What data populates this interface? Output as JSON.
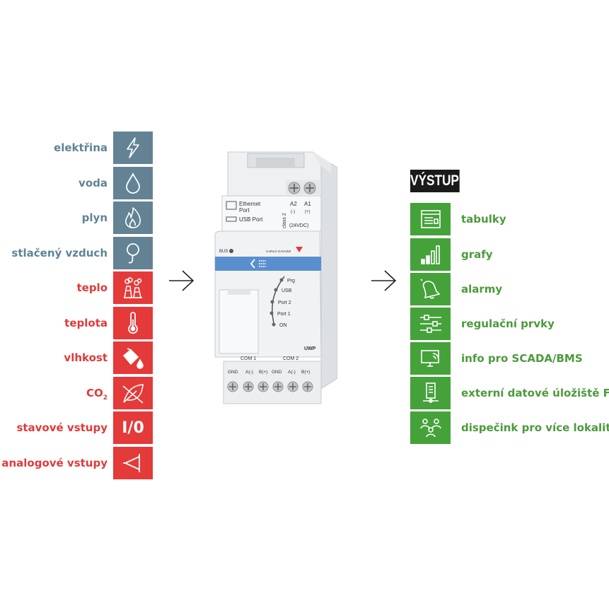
{
  "inputs": [
    {
      "label": "elektřina",
      "icon": "lightning-icon",
      "group": "blue"
    },
    {
      "label": "voda",
      "icon": "water-drop-icon",
      "group": "blue"
    },
    {
      "label": "plyn",
      "icon": "flame-icon",
      "group": "blue"
    },
    {
      "label": "stlačený vzduch",
      "icon": "compressed-air-icon",
      "group": "blue"
    },
    {
      "label": "teplo",
      "icon": "heat-plant-icon",
      "group": "red"
    },
    {
      "label": "teplota",
      "icon": "thermometer-icon",
      "group": "red"
    },
    {
      "label": "vlhkost",
      "icon": "humidity-icon",
      "group": "red"
    },
    {
      "label": "CO",
      "sub": "2",
      "icon": "leaf-icon",
      "group": "red"
    },
    {
      "label": "stavové vstupy",
      "icon_text": "I/0",
      "icon": "io-icon",
      "group": "red"
    },
    {
      "label": "analogové vstupy",
      "icon": "analog-signal-icon",
      "group": "red"
    }
  ],
  "outputs_title": "VÝSTUPY",
  "outputs": [
    {
      "label": "tabulky",
      "icon": "table-icon"
    },
    {
      "label": "grafy",
      "icon": "bar-chart-icon"
    },
    {
      "label": "alarmy",
      "icon": "bell-icon"
    },
    {
      "label": "regulační prvky",
      "icon": "sliders-icon"
    },
    {
      "label": "info pro SCADA/BMS",
      "icon": "monitor-signal-icon"
    },
    {
      "label": "externí datové úložiště FTP",
      "icon": "server-icon"
    },
    {
      "label": "dispečink pro více lokalit",
      "icon": "people-network-icon"
    }
  ],
  "colors": {
    "blue": "#638395",
    "red": "#e43a3a",
    "green": "#45a23a"
  },
  "device": {
    "ethernet": "Ethernet",
    "port": "Port",
    "usb_port": "USB Port",
    "class": "class 2",
    "a2": "A2",
    "a1": "A1",
    "minus": "(-)",
    "plus": "(+)",
    "voltage": "(24VDC)",
    "bus": "BUS",
    "brand": "CARLO GAVAZZI",
    "leds": [
      "Prg",
      "USB",
      "Port 2",
      "Port 1",
      "ON"
    ],
    "model": "UWP",
    "com1": "COM 1",
    "com2": "COM 2",
    "terminals": [
      "GND",
      "A(-)",
      "B(+)",
      "GND",
      "A(-)",
      "B(+)"
    ]
  }
}
